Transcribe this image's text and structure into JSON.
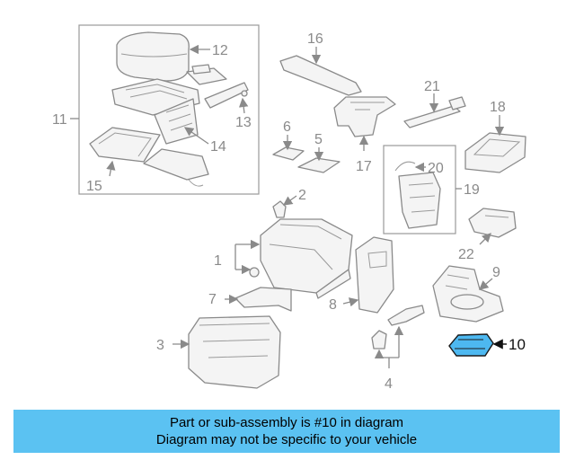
{
  "banner": {
    "line1": "Part or sub-assembly is #10 in diagram",
    "line2": "Diagram may not be specific to your vehicle"
  },
  "callouts": {
    "c1": "1",
    "c2": "2",
    "c3": "3",
    "c4": "4",
    "c5": "5",
    "c6": "6",
    "c7": "7",
    "c8": "8",
    "c9": "9",
    "c10": "10",
    "c11": "11",
    "c12": "12",
    "c13": "13",
    "c14": "14",
    "c15": "15",
    "c16": "16",
    "c17": "17",
    "c18": "18",
    "c19": "19",
    "c20": "20",
    "c21": "21",
    "c22": "22"
  },
  "highlighted_part": "10",
  "colors": {
    "highlight": "#4db8f0",
    "banner": "#5bc2f2",
    "line": "#8a8a8a"
  }
}
